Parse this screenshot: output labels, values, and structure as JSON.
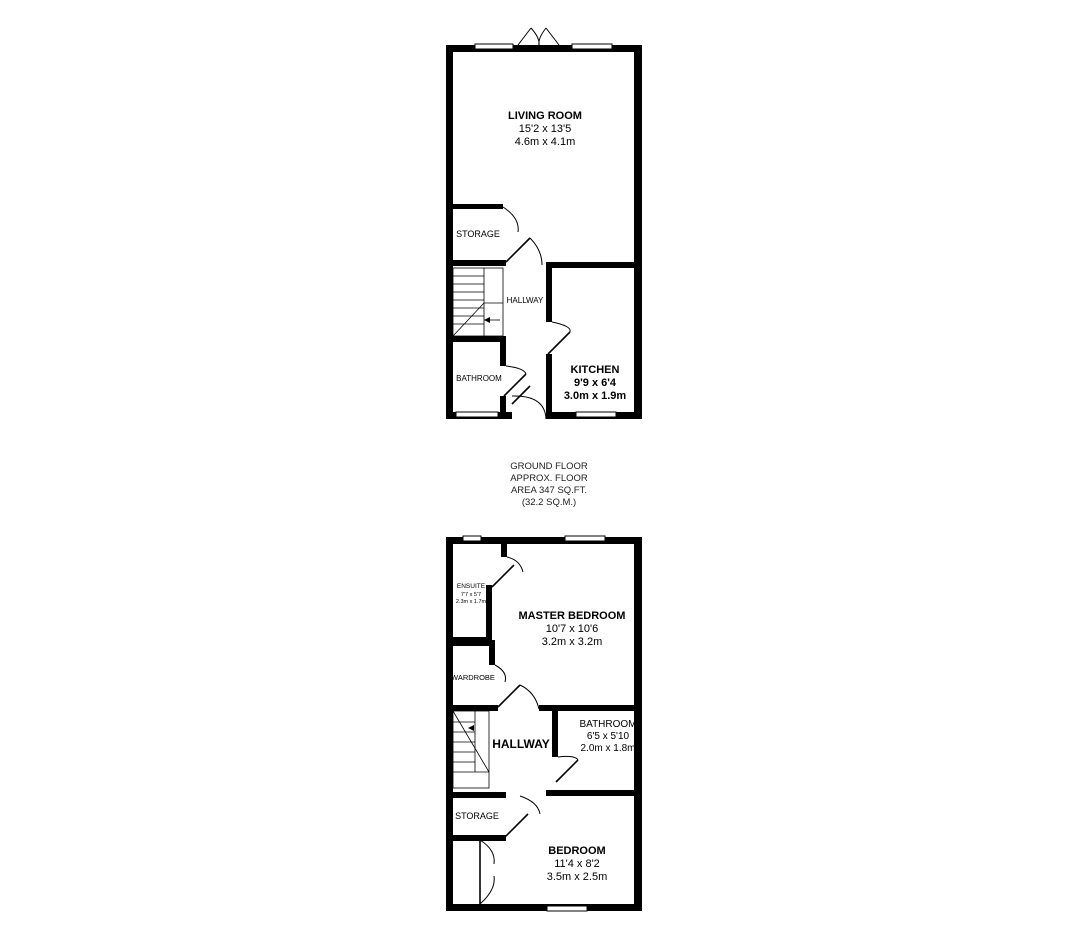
{
  "ground_floor": {
    "rooms": {
      "living_room": {
        "name": "LIVING ROOM",
        "dim_imperial": "15'2 x 13'5",
        "dim_metric": "4.6m x 4.1m"
      },
      "storage": {
        "name": "STORAGE"
      },
      "hallway": {
        "name": "HALLWAY"
      },
      "bathroom": {
        "name": "BATHROOM"
      },
      "kitchen": {
        "name": "KITCHEN",
        "dim_imperial": "9'9 x 6'4",
        "dim_metric": "3.0m x 1.9m"
      }
    },
    "caption": {
      "line1": "GROUND FLOOR",
      "line2": "APPROX. FLOOR",
      "line3": "AREA 347 SQ.FT.",
      "line4": "(32.2 SQ.M.)"
    }
  },
  "first_floor": {
    "rooms": {
      "ensuite": {
        "name": "ENSUITE",
        "dim_imperial": "7'7 x 5'7",
        "dim_metric": "2.3m x 1.7m"
      },
      "master_bedroom": {
        "name": "MASTER BEDROOM",
        "dim_imperial": "10'7 x 10'6",
        "dim_metric": "3.2m x 3.2m"
      },
      "wardrobe": {
        "name": "WARDROBE"
      },
      "hallway": {
        "name": "HALLWAY"
      },
      "bathroom": {
        "name": "BATHROOM",
        "dim_imperial": "6'5 x 5'10",
        "dim_metric": "2.0m x 1.8m"
      },
      "storage": {
        "name": "STORAGE"
      },
      "bedroom": {
        "name": "BEDROOM",
        "dim_imperial": "11'4 x 8'2",
        "dim_metric": "3.5m x 2.5m"
      }
    }
  },
  "colors": {
    "walls": "#000000",
    "background": "#ffffff"
  }
}
